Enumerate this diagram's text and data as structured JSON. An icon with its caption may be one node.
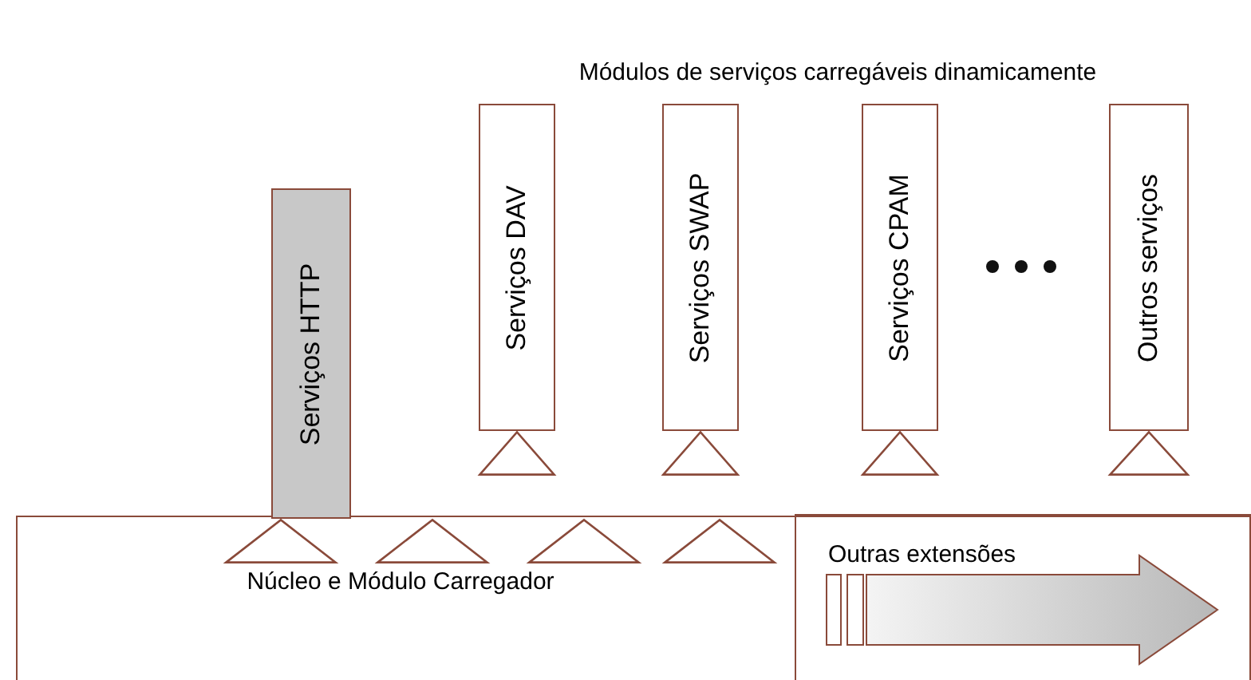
{
  "diagram": {
    "nodes": [
      {
        "text": [
          "Núcleo e Módulo Carregador"
        ]
      },
      {
        "text": [
          "Outras extensões"
        ],
        "in": 0
      },
      {
        "text": [
          "Serviços HTTP"
        ]
      },
      {
        "text": [
          "Serviços DAV"
        ]
      },
      {
        "text": [
          "Serviços SWAP"
        ]
      },
      {
        "text": [
          "Serviços CPAM"
        ]
      },
      {
        "text": [
          "Outros serviços"
        ]
      },
      {
        "text": [],
        "shape": "triangle"
      },
      {
        "text": [],
        "shape": "triangle"
      },
      {
        "text": [],
        "shape": "triangle"
      },
      {
        "text": [],
        "shape": "triangle"
      },
      {
        "text": [],
        "shape": "triangle",
        "in": 0
      },
      {
        "text": [],
        "shape": "triangle",
        "in": 0
      },
      {
        "text": [],
        "shape": "triangle",
        "in": 0
      },
      {
        "text": [],
        "shape": "triangle",
        "in": 0
      }
    ],
    "labels": [
      "Módulos de serviços carregáveis dinamicamente"
    ]
  }
}
